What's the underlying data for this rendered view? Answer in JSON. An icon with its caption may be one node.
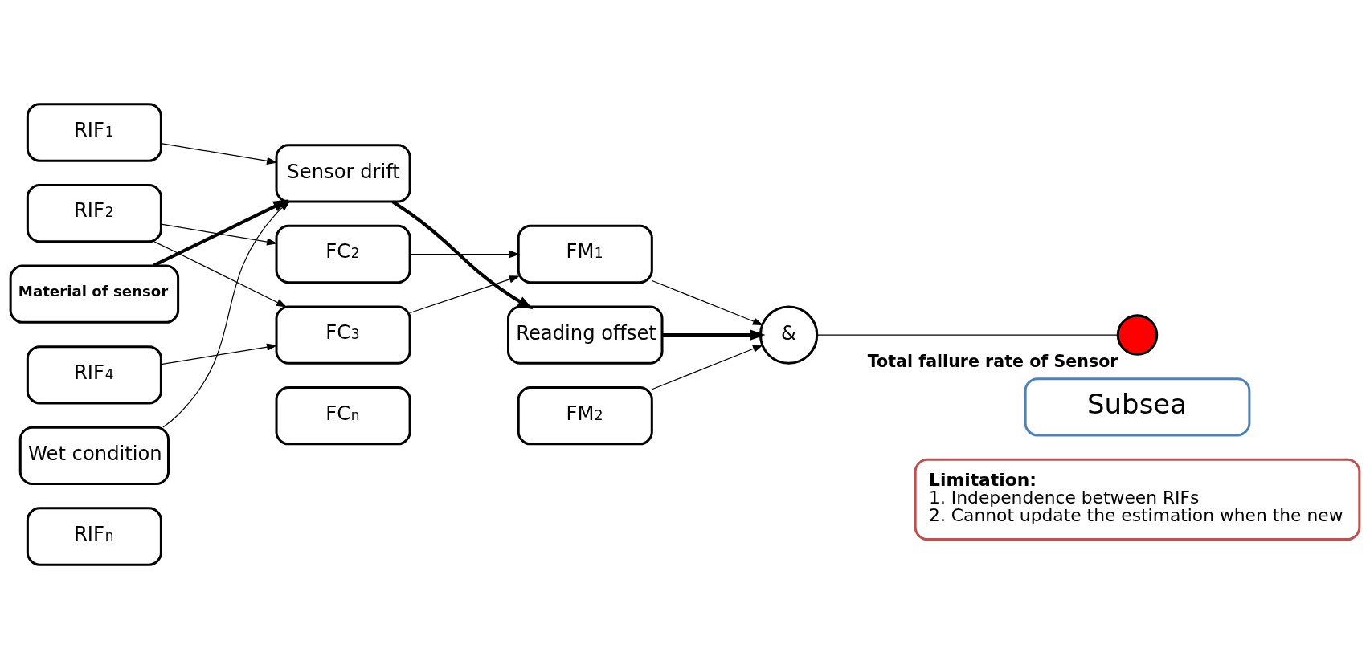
{
  "diagram": {
    "nodes": [
      {
        "text": [
          "RIF$_{1}$"
        ]
      },
      {
        "text": [
          "RIF$_{2}$"
        ]
      },
      {
        "text": [
          "Material of sensor"
        ]
      },
      {
        "text": [
          "RIF$_{4}$"
        ]
      },
      {
        "text": [
          "Wet condition"
        ]
      },
      {
        "text": [
          "RIF$_{n}$"
        ]
      },
      {
        "text": [
          "Sensor drift"
        ]
      },
      {
        "text": [
          "FC$_{2}$"
        ]
      },
      {
        "text": [
          "FC$_{3}$"
        ]
      },
      {
        "text": [
          "FC$_{n}$"
        ]
      },
      {
        "text": [
          "FM$_{1}$"
        ]
      },
      {
        "text": [
          "Reading offset"
        ]
      },
      {
        "text": [
          "FM$_{2}$"
        ]
      },
      {
        "text": [
          "&"
        ]
      },
      {
        "text": [],
        "shape": "circle",
        "beside": [
          "Total failure rate of Sensor"
        ]
      },
      {
        "text": [
          "Subsea"
        ]
      },
      {
        "text": [
          "Limitation:",
          "1. Independence between RIFs",
          "2. Cannot update the estimation when the new"
        ]
      }
    ],
    "edges": [
      {
        "from": 0,
        "to": 6,
        "arrow": "to"
      },
      {
        "from": 1,
        "to": 7,
        "arrow": "to"
      },
      {
        "from": 1,
        "to": 8,
        "arrow": "to"
      },
      {
        "from": 2,
        "to": 6,
        "arrow": "to",
        "style": "thick"
      },
      {
        "from": 3,
        "to": 8,
        "arrow": "to"
      },
      {
        "from": 4,
        "to": 6,
        "arrow": "to"
      },
      {
        "from": 6,
        "to": 11,
        "arrow": "to",
        "style": "thick"
      },
      {
        "from": 7,
        "to": 10,
        "arrow": "to"
      },
      {
        "from": 8,
        "to": 10,
        "arrow": "to"
      },
      {
        "from": 10,
        "to": 13,
        "arrow": "to"
      },
      {
        "from": 11,
        "to": 13,
        "arrow": "to",
        "style": "thick"
      },
      {
        "from": 12,
        "to": 13,
        "arrow": "to"
      },
      {
        "from": 13,
        "to": 14,
        "arrow": "none"
      }
    ]
  }
}
